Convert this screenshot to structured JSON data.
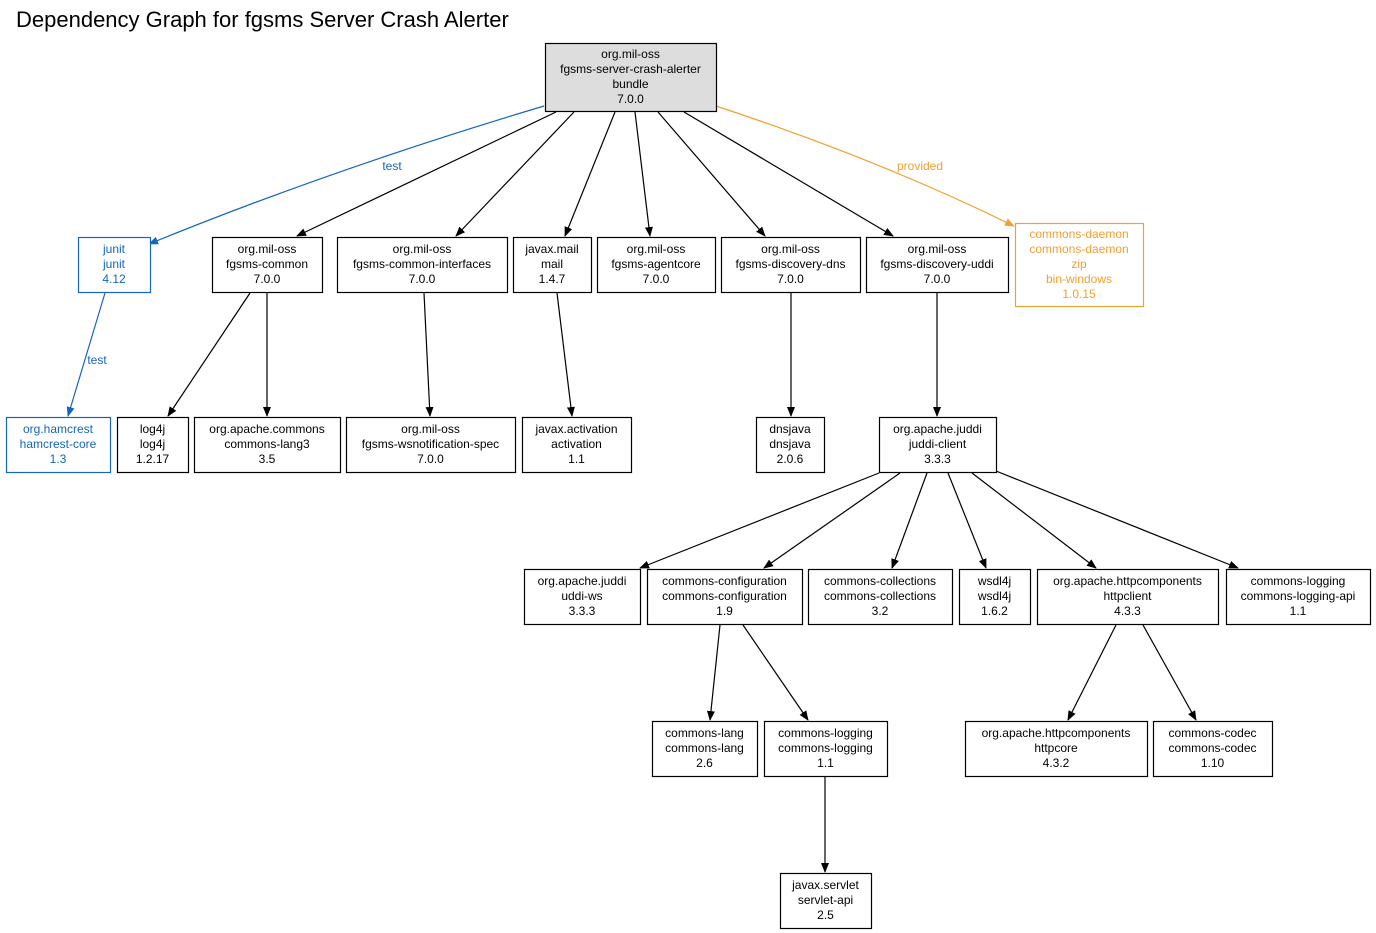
{
  "title": "Dependency Graph for fgsms Server Crash Alerter",
  "colors": {
    "compile": "#000000",
    "test": "#1565c0",
    "provided": "#f0a030",
    "root_fill": "#dddddd"
  },
  "nodes": [
    {
      "id": "root",
      "lines": [
        "org.mil-oss",
        "fgsms-server-crash-alerter",
        "bundle",
        "7.0.0"
      ],
      "scope": "root"
    },
    {
      "id": "junit",
      "lines": [
        "junit",
        "junit",
        "4.12"
      ],
      "scope": "test"
    },
    {
      "id": "fgsms-common",
      "lines": [
        "org.mil-oss",
        "fgsms-common",
        "7.0.0"
      ],
      "scope": "compile"
    },
    {
      "id": "fgsms-common-interfaces",
      "lines": [
        "org.mil-oss",
        "fgsms-common-interfaces",
        "7.0.0"
      ],
      "scope": "compile"
    },
    {
      "id": "mail",
      "lines": [
        "javax.mail",
        "mail",
        "1.4.7"
      ],
      "scope": "compile"
    },
    {
      "id": "fgsms-agentcore",
      "lines": [
        "org.mil-oss",
        "fgsms-agentcore",
        "7.0.0"
      ],
      "scope": "compile"
    },
    {
      "id": "fgsms-discovery-dns",
      "lines": [
        "org.mil-oss",
        "fgsms-discovery-dns",
        "7.0.0"
      ],
      "scope": "compile"
    },
    {
      "id": "fgsms-discovery-uddi",
      "lines": [
        "org.mil-oss",
        "fgsms-discovery-uddi",
        "7.0.0"
      ],
      "scope": "compile"
    },
    {
      "id": "commons-daemon",
      "lines": [
        "commons-daemon",
        "commons-daemon",
        "zip",
        "bin-windows",
        "1.0.15"
      ],
      "scope": "provided"
    },
    {
      "id": "hamcrest-core",
      "lines": [
        "org.hamcrest",
        "hamcrest-core",
        "1.3"
      ],
      "scope": "test"
    },
    {
      "id": "log4j",
      "lines": [
        "log4j",
        "log4j",
        "1.2.17"
      ],
      "scope": "compile"
    },
    {
      "id": "commons-lang3",
      "lines": [
        "org.apache.commons",
        "commons-lang3",
        "3.5"
      ],
      "scope": "compile"
    },
    {
      "id": "fgsms-wsnotification-spec",
      "lines": [
        "org.mil-oss",
        "fgsms-wsnotification-spec",
        "7.0.0"
      ],
      "scope": "compile"
    },
    {
      "id": "activation",
      "lines": [
        "javax.activation",
        "activation",
        "1.1"
      ],
      "scope": "compile"
    },
    {
      "id": "dnsjava",
      "lines": [
        "dnsjava",
        "dnsjava",
        "2.0.6"
      ],
      "scope": "compile"
    },
    {
      "id": "juddi-client",
      "lines": [
        "org.apache.juddi",
        "juddi-client",
        "3.3.3"
      ],
      "scope": "compile"
    },
    {
      "id": "uddi-ws",
      "lines": [
        "org.apache.juddi",
        "uddi-ws",
        "3.3.3"
      ],
      "scope": "compile"
    },
    {
      "id": "commons-configuration",
      "lines": [
        "commons-configuration",
        "commons-configuration",
        "1.9"
      ],
      "scope": "compile"
    },
    {
      "id": "commons-collections",
      "lines": [
        "commons-collections",
        "commons-collections",
        "3.2"
      ],
      "scope": "compile"
    },
    {
      "id": "wsdl4j",
      "lines": [
        "wsdl4j",
        "wsdl4j",
        "1.6.2"
      ],
      "scope": "compile"
    },
    {
      "id": "httpclient",
      "lines": [
        "org.apache.httpcomponents",
        "httpclient",
        "4.3.3"
      ],
      "scope": "compile"
    },
    {
      "id": "commons-logging-api",
      "lines": [
        "commons-logging",
        "commons-logging-api",
        "1.1"
      ],
      "scope": "compile"
    },
    {
      "id": "commons-lang",
      "lines": [
        "commons-lang",
        "commons-lang",
        "2.6"
      ],
      "scope": "compile"
    },
    {
      "id": "commons-logging",
      "lines": [
        "commons-logging",
        "commons-logging",
        "1.1"
      ],
      "scope": "compile"
    },
    {
      "id": "httpcore",
      "lines": [
        "org.apache.httpcomponents",
        "httpcore",
        "4.3.2"
      ],
      "scope": "compile"
    },
    {
      "id": "commons-codec",
      "lines": [
        "commons-codec",
        "commons-codec",
        "1.10"
      ],
      "scope": "compile"
    },
    {
      "id": "servlet-api",
      "lines": [
        "javax.servlet",
        "servlet-api",
        "2.5"
      ],
      "scope": "compile"
    }
  ],
  "edges": [
    {
      "from": "root",
      "to": "junit",
      "scope": "test",
      "label": "test"
    },
    {
      "from": "root",
      "to": "fgsms-common",
      "scope": "compile"
    },
    {
      "from": "root",
      "to": "fgsms-common-interfaces",
      "scope": "compile"
    },
    {
      "from": "root",
      "to": "mail",
      "scope": "compile"
    },
    {
      "from": "root",
      "to": "fgsms-agentcore",
      "scope": "compile"
    },
    {
      "from": "root",
      "to": "fgsms-discovery-dns",
      "scope": "compile"
    },
    {
      "from": "root",
      "to": "fgsms-discovery-uddi",
      "scope": "compile"
    },
    {
      "from": "root",
      "to": "commons-daemon",
      "scope": "provided",
      "label": "provided"
    },
    {
      "from": "junit",
      "to": "hamcrest-core",
      "scope": "test",
      "label": "test"
    },
    {
      "from": "fgsms-common",
      "to": "log4j",
      "scope": "compile"
    },
    {
      "from": "fgsms-common",
      "to": "commons-lang3",
      "scope": "compile"
    },
    {
      "from": "fgsms-common-interfaces",
      "to": "fgsms-wsnotification-spec",
      "scope": "compile"
    },
    {
      "from": "mail",
      "to": "activation",
      "scope": "compile"
    },
    {
      "from": "fgsms-discovery-dns",
      "to": "dnsjava",
      "scope": "compile"
    },
    {
      "from": "fgsms-discovery-uddi",
      "to": "juddi-client",
      "scope": "compile"
    },
    {
      "from": "juddi-client",
      "to": "uddi-ws",
      "scope": "compile"
    },
    {
      "from": "juddi-client",
      "to": "commons-configuration",
      "scope": "compile"
    },
    {
      "from": "juddi-client",
      "to": "commons-collections",
      "scope": "compile"
    },
    {
      "from": "juddi-client",
      "to": "wsdl4j",
      "scope": "compile"
    },
    {
      "from": "juddi-client",
      "to": "httpclient",
      "scope": "compile"
    },
    {
      "from": "juddi-client",
      "to": "commons-logging-api",
      "scope": "compile"
    },
    {
      "from": "commons-configuration",
      "to": "commons-lang",
      "scope": "compile"
    },
    {
      "from": "commons-configuration",
      "to": "commons-logging",
      "scope": "compile"
    },
    {
      "from": "httpclient",
      "to": "httpcore",
      "scope": "compile"
    },
    {
      "from": "httpclient",
      "to": "commons-codec",
      "scope": "compile"
    },
    {
      "from": "commons-logging",
      "to": "servlet-api",
      "scope": "compile"
    }
  ]
}
